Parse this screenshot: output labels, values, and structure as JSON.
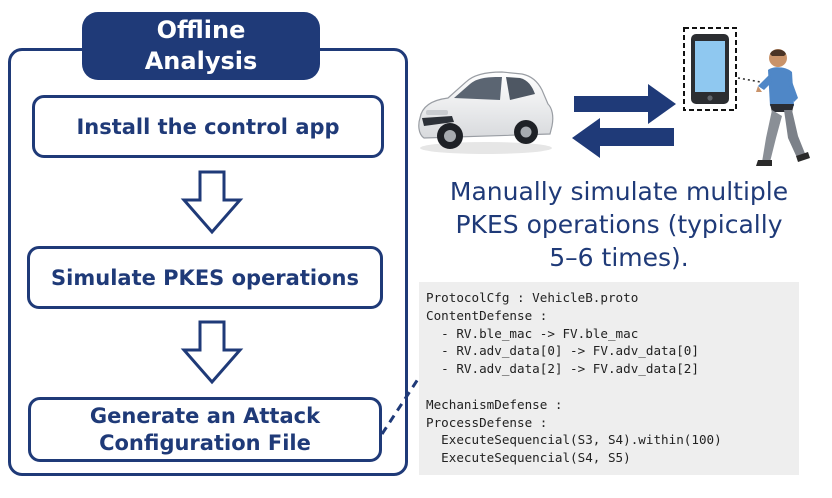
{
  "title": "Offline\nAnalysis",
  "steps": [
    "Install the control app",
    "Simulate PKES operations",
    "Generate an Attack\nConfiguration File"
  ],
  "caption": "Manually simulate multiple\nPKES operations (typically\n5–6 times).",
  "code_lines": [
    "ProtocolCfg : VehicleB.proto",
    "ContentDefense :",
    "  - RV.ble_mac -> FV.ble_mac",
    "  - RV.adv_data[0] -> FV.adv_data[0]",
    "  - RV.adv_data[2] -> FV.adv_data[2]",
    "",
    "MechanismDefense :",
    "ProcessDefense :",
    "  ExecuteSequencial(S3, S4).within(100)",
    "  ExecuteSequencial(S4, S5)"
  ],
  "icons": {
    "car": "car-icon",
    "phone": "smartphone-icon",
    "person": "person-walking-icon",
    "arrows": "bidirectional-arrows-icon"
  },
  "colors": {
    "primary": "#1F3A78",
    "code_bg": "#EEEEEE",
    "phone_screen": "#8FC8F0"
  }
}
